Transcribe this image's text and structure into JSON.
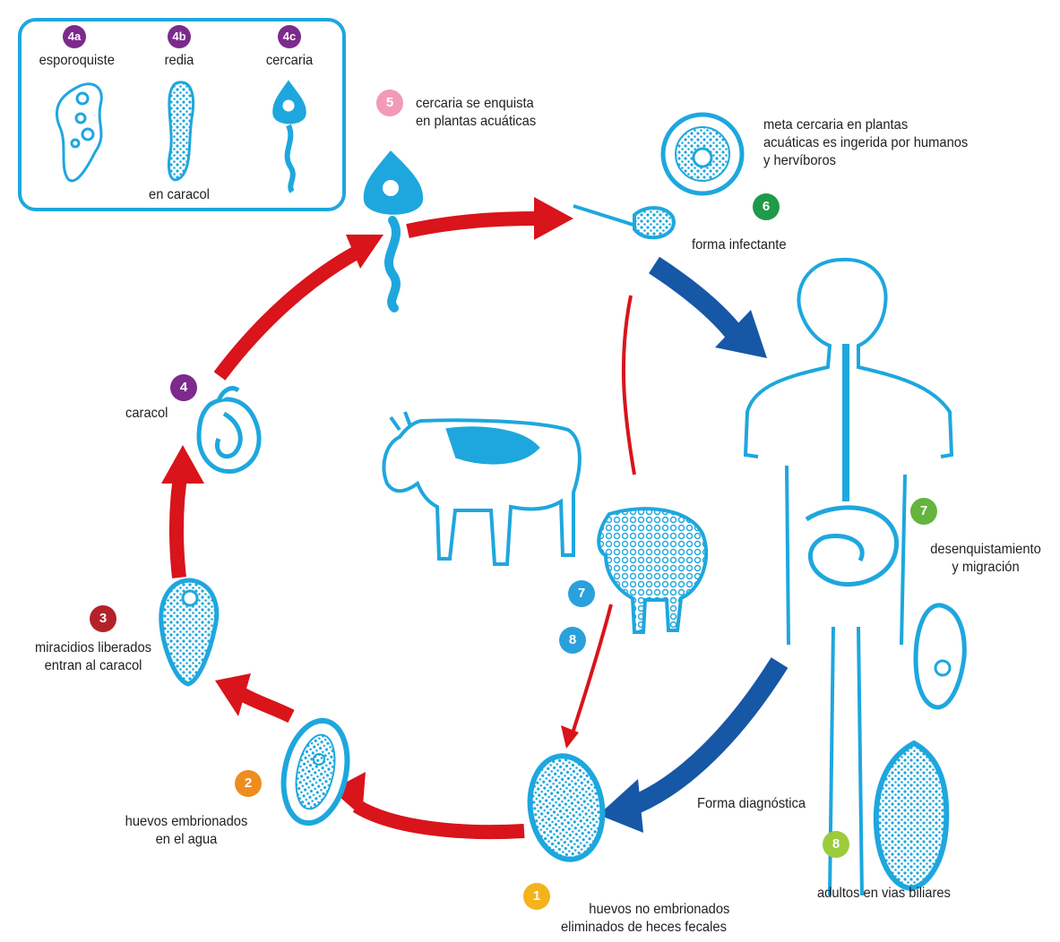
{
  "colors": {
    "cycle_red": "#d9141b",
    "arrow_blue": "#1657a6",
    "organism_cyan": "#1ea7de",
    "badge_purple": "#7c2a8c",
    "badge_pink": "#f29ab8",
    "badge_green_dark": "#1f9a48",
    "badge_green": "#64b43e",
    "badge_green_light": "#9ccb3b",
    "badge_darkred": "#b3222a",
    "badge_orange": "#ef8c1e",
    "badge_yellow": "#f4b21b",
    "badge_blue": "#2aa1dc"
  },
  "inset": {
    "stages": [
      {
        "badge": "4a",
        "label": "esporoquiste"
      },
      {
        "badge": "4b",
        "label": "redia"
      },
      {
        "badge": "4c",
        "label": "cercaria"
      }
    ],
    "footer": "en caracol"
  },
  "steps": {
    "s1": {
      "badge": "1",
      "line1": "huevos no embrionados",
      "line2": "eliminados de heces fecales"
    },
    "s2": {
      "badge": "2",
      "line1": "huevos embrionados",
      "line2": "en el agua"
    },
    "s3": {
      "badge": "3",
      "line1": "miracidios liberados",
      "line2": "entran al caracol"
    },
    "s4": {
      "badge": "4",
      "line1": "caracol"
    },
    "s5": {
      "badge": "5",
      "line1": "cercaria se enquista",
      "line2": "en plantas acuáticas"
    },
    "s6": {
      "badge": "6",
      "line1": "meta cercaria en plantas",
      "line2": "acuáticas es ingerida por humanos",
      "line3": "y hervíboros",
      "sub": "forma infectante"
    },
    "s7": {
      "badge": "7",
      "line1": "desenquistamiento",
      "line2": "y migración"
    },
    "s8": {
      "badge": "8",
      "line1": "adultos en vias biliares"
    },
    "diagnostic": "Forma diagnóstica",
    "animal_badges": [
      "7",
      "8"
    ]
  }
}
